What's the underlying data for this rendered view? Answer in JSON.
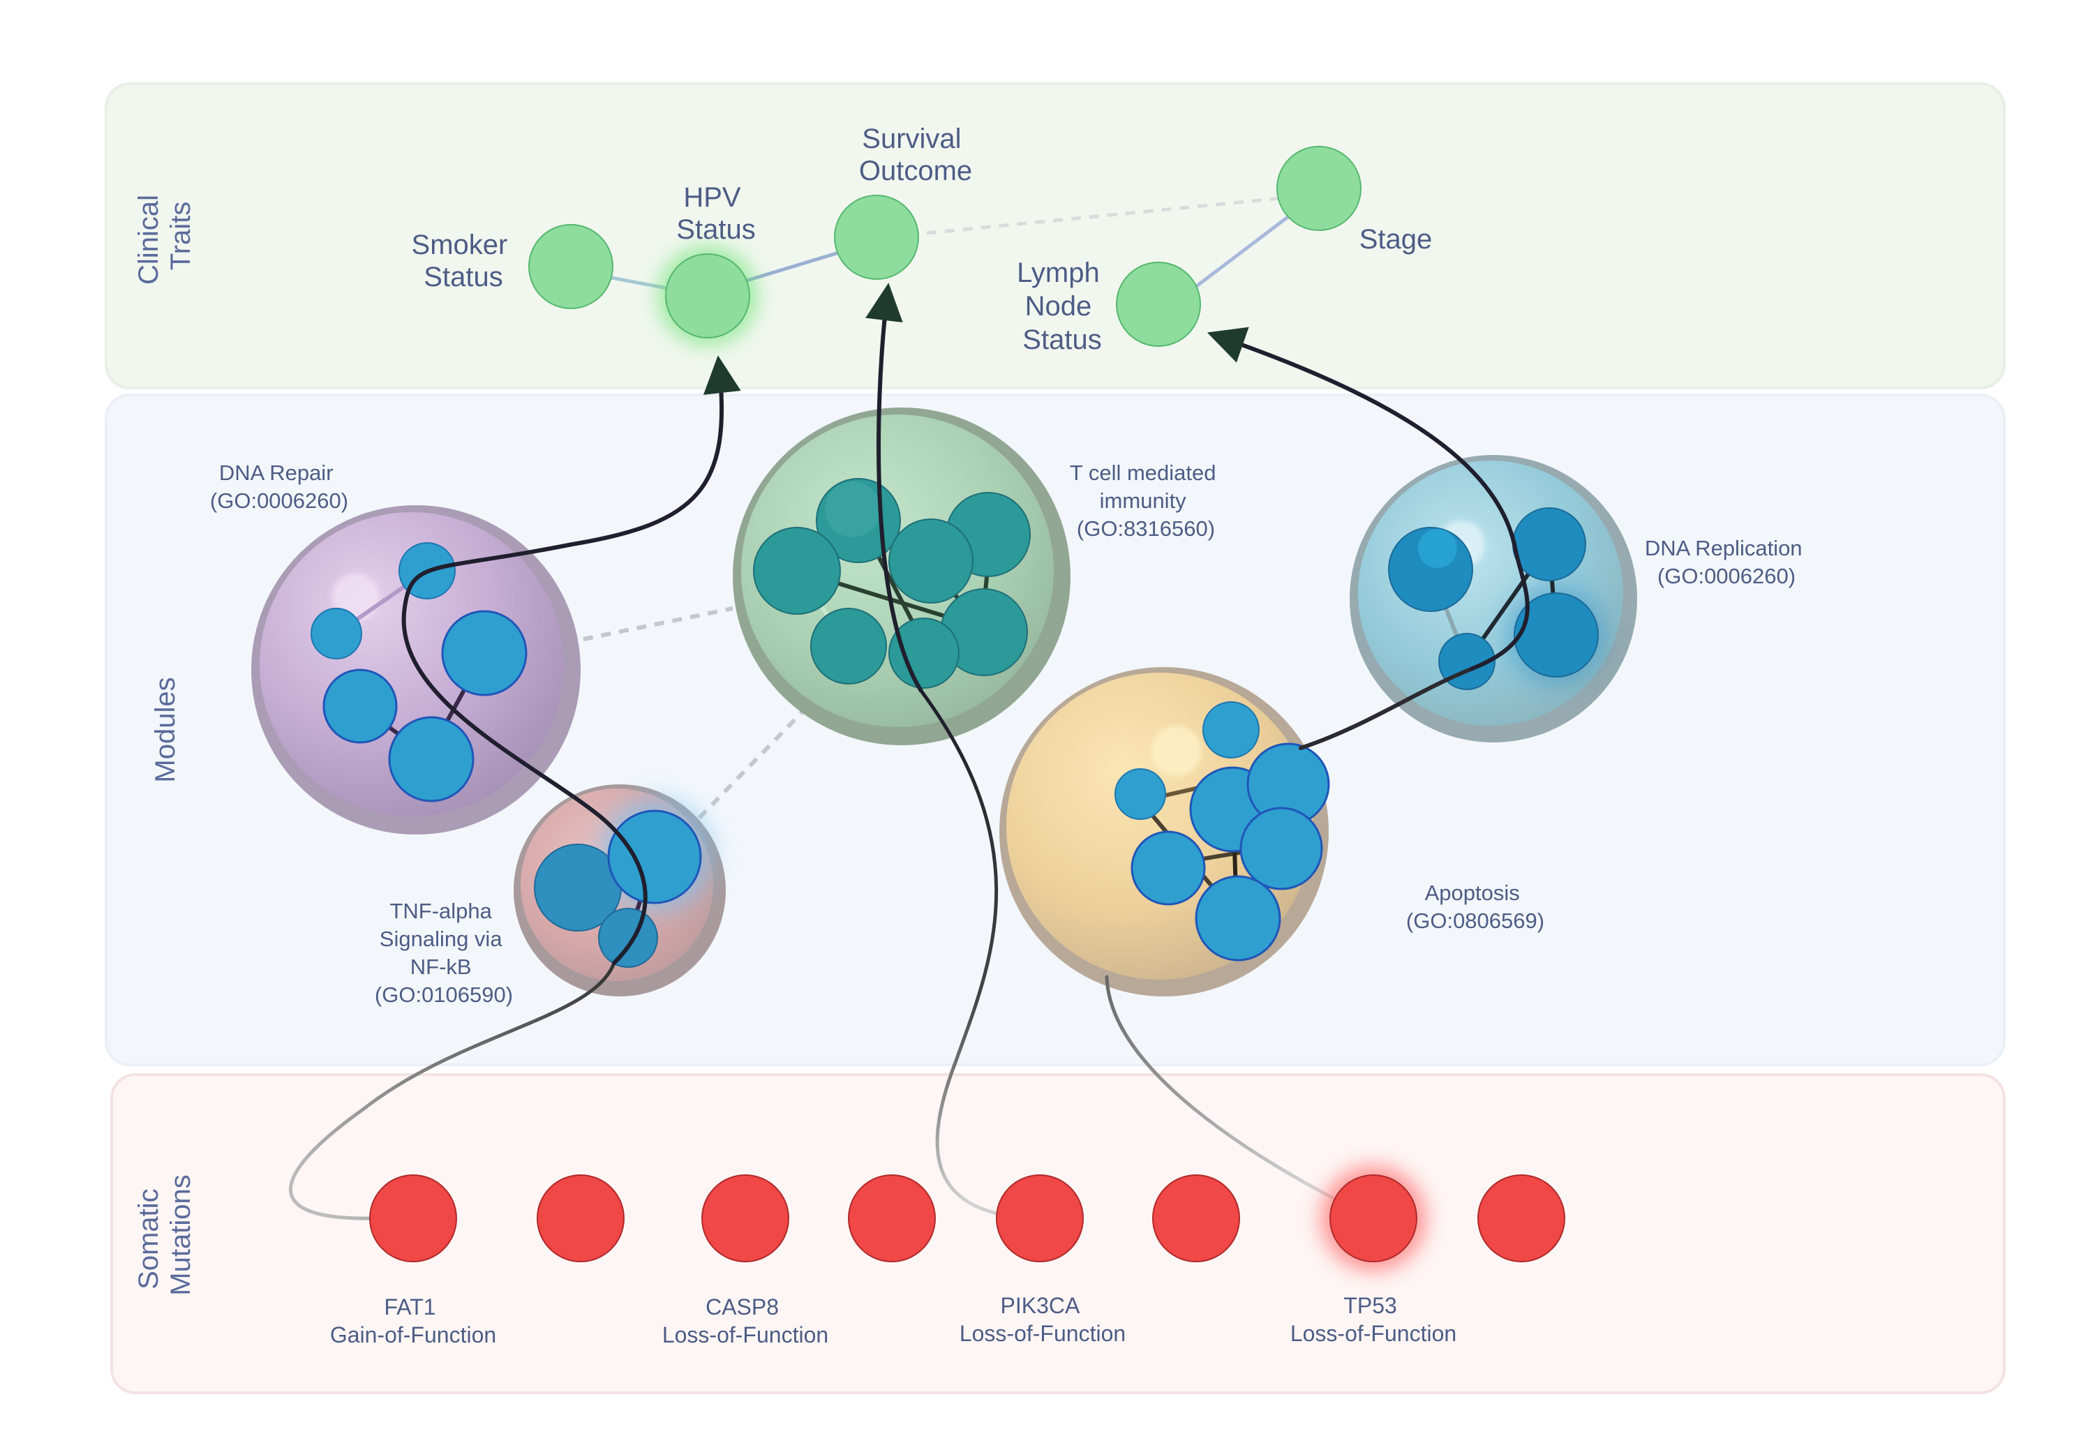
{
  "bands": {
    "clinical": [
      "Clinical",
      "Traits"
    ],
    "modules": [
      "Modules"
    ],
    "mutations": [
      "Somatic",
      "Mutations"
    ]
  },
  "traits": {
    "smoker": [
      "Smoker",
      "Status"
    ],
    "hpv": [
      "HPV",
      "Status"
    ],
    "survival": [
      "Survival",
      "Outcome"
    ],
    "lymph": [
      "Lymph",
      "Node",
      "Status"
    ],
    "stage": [
      "Stage"
    ]
  },
  "modules": {
    "dna_repair": [
      "DNA Repair",
      "(GO:0006260)"
    ],
    "tcell": [
      "T cell mediated",
      "immunity",
      "(GO:8316560)"
    ],
    "dna_replication": [
      "DNA Replication",
      "(GO:0006260)"
    ],
    "tnf": [
      "TNF-alpha",
      "Signaling via",
      "NF-kB",
      "(GO:0106590)"
    ],
    "apoptosis": [
      "Apoptosis",
      "(GO:0806569)"
    ]
  },
  "mutations": {
    "fat1": [
      "FAT1",
      "Gain-of-Function"
    ],
    "casp8": [
      "CASP8",
      "Loss-of-Function"
    ],
    "pik3ca": [
      "PIK3CA",
      "Loss-of-Function"
    ],
    "tp53": [
      "TP53",
      "Loss-of-Function"
    ]
  },
  "colors": {
    "trait_node": "#8edc9e",
    "mutation_node": "#f04747",
    "gene_node": "#2f9fd0",
    "teal_gene_node": "#2b9a98",
    "edge_dark": "#1e1e2a"
  }
}
